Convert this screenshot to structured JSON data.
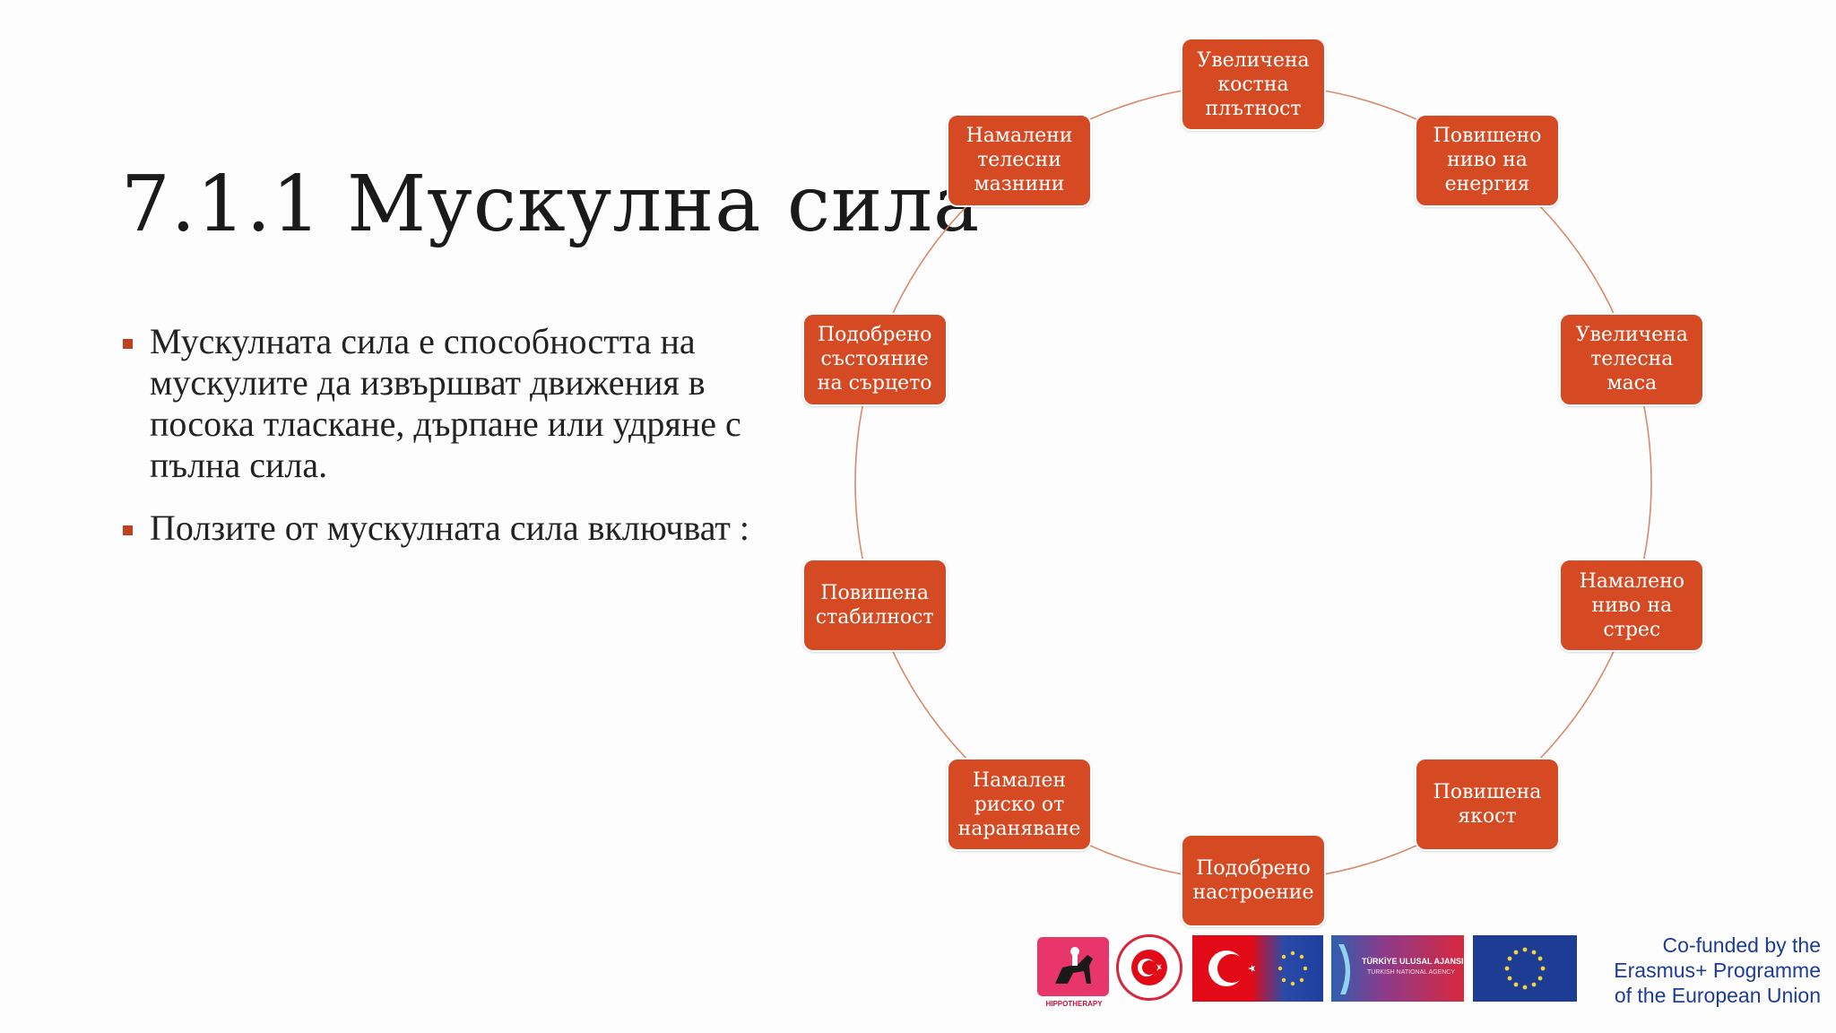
{
  "slide": {
    "title": "7.1.1  Мускулна сила",
    "bullets": [
      "Мускулната сила е способността на мускулите да извършват движения в посока тласкане, дърпане или удряне с пълна сила.",
      "Ползите от мускулната сила включват :"
    ]
  },
  "cycle": {
    "nodes": [
      "Увеличена\nкостна\nплътност",
      "Повишено\nниво на\nенергия",
      "Увеличена\nтелесна\nмаса",
      "Намалено\nниво на\nстрес",
      "Повишена\nякост",
      "Подобрено\nнастроение",
      "Намален\nриско от\nнараняване",
      "Повишена\nстабилност",
      "Подобрено\nсъстояние\nна сърцето",
      "Намалени\nтелесни\nмазнини"
    ],
    "node_color": "#d64a23",
    "connector_color": "#d88a6a"
  },
  "footer": {
    "hippo_label": "HIPPOTHERAPY",
    "agency_label": "TÜRKİYE ULUSAL AJANSI",
    "agency_sub": "TURKISH NATIONAL AGENCY",
    "cofunded_lines": [
      "Co-funded by the",
      "Erasmus+ Programme",
      "of the European Union"
    ]
  }
}
